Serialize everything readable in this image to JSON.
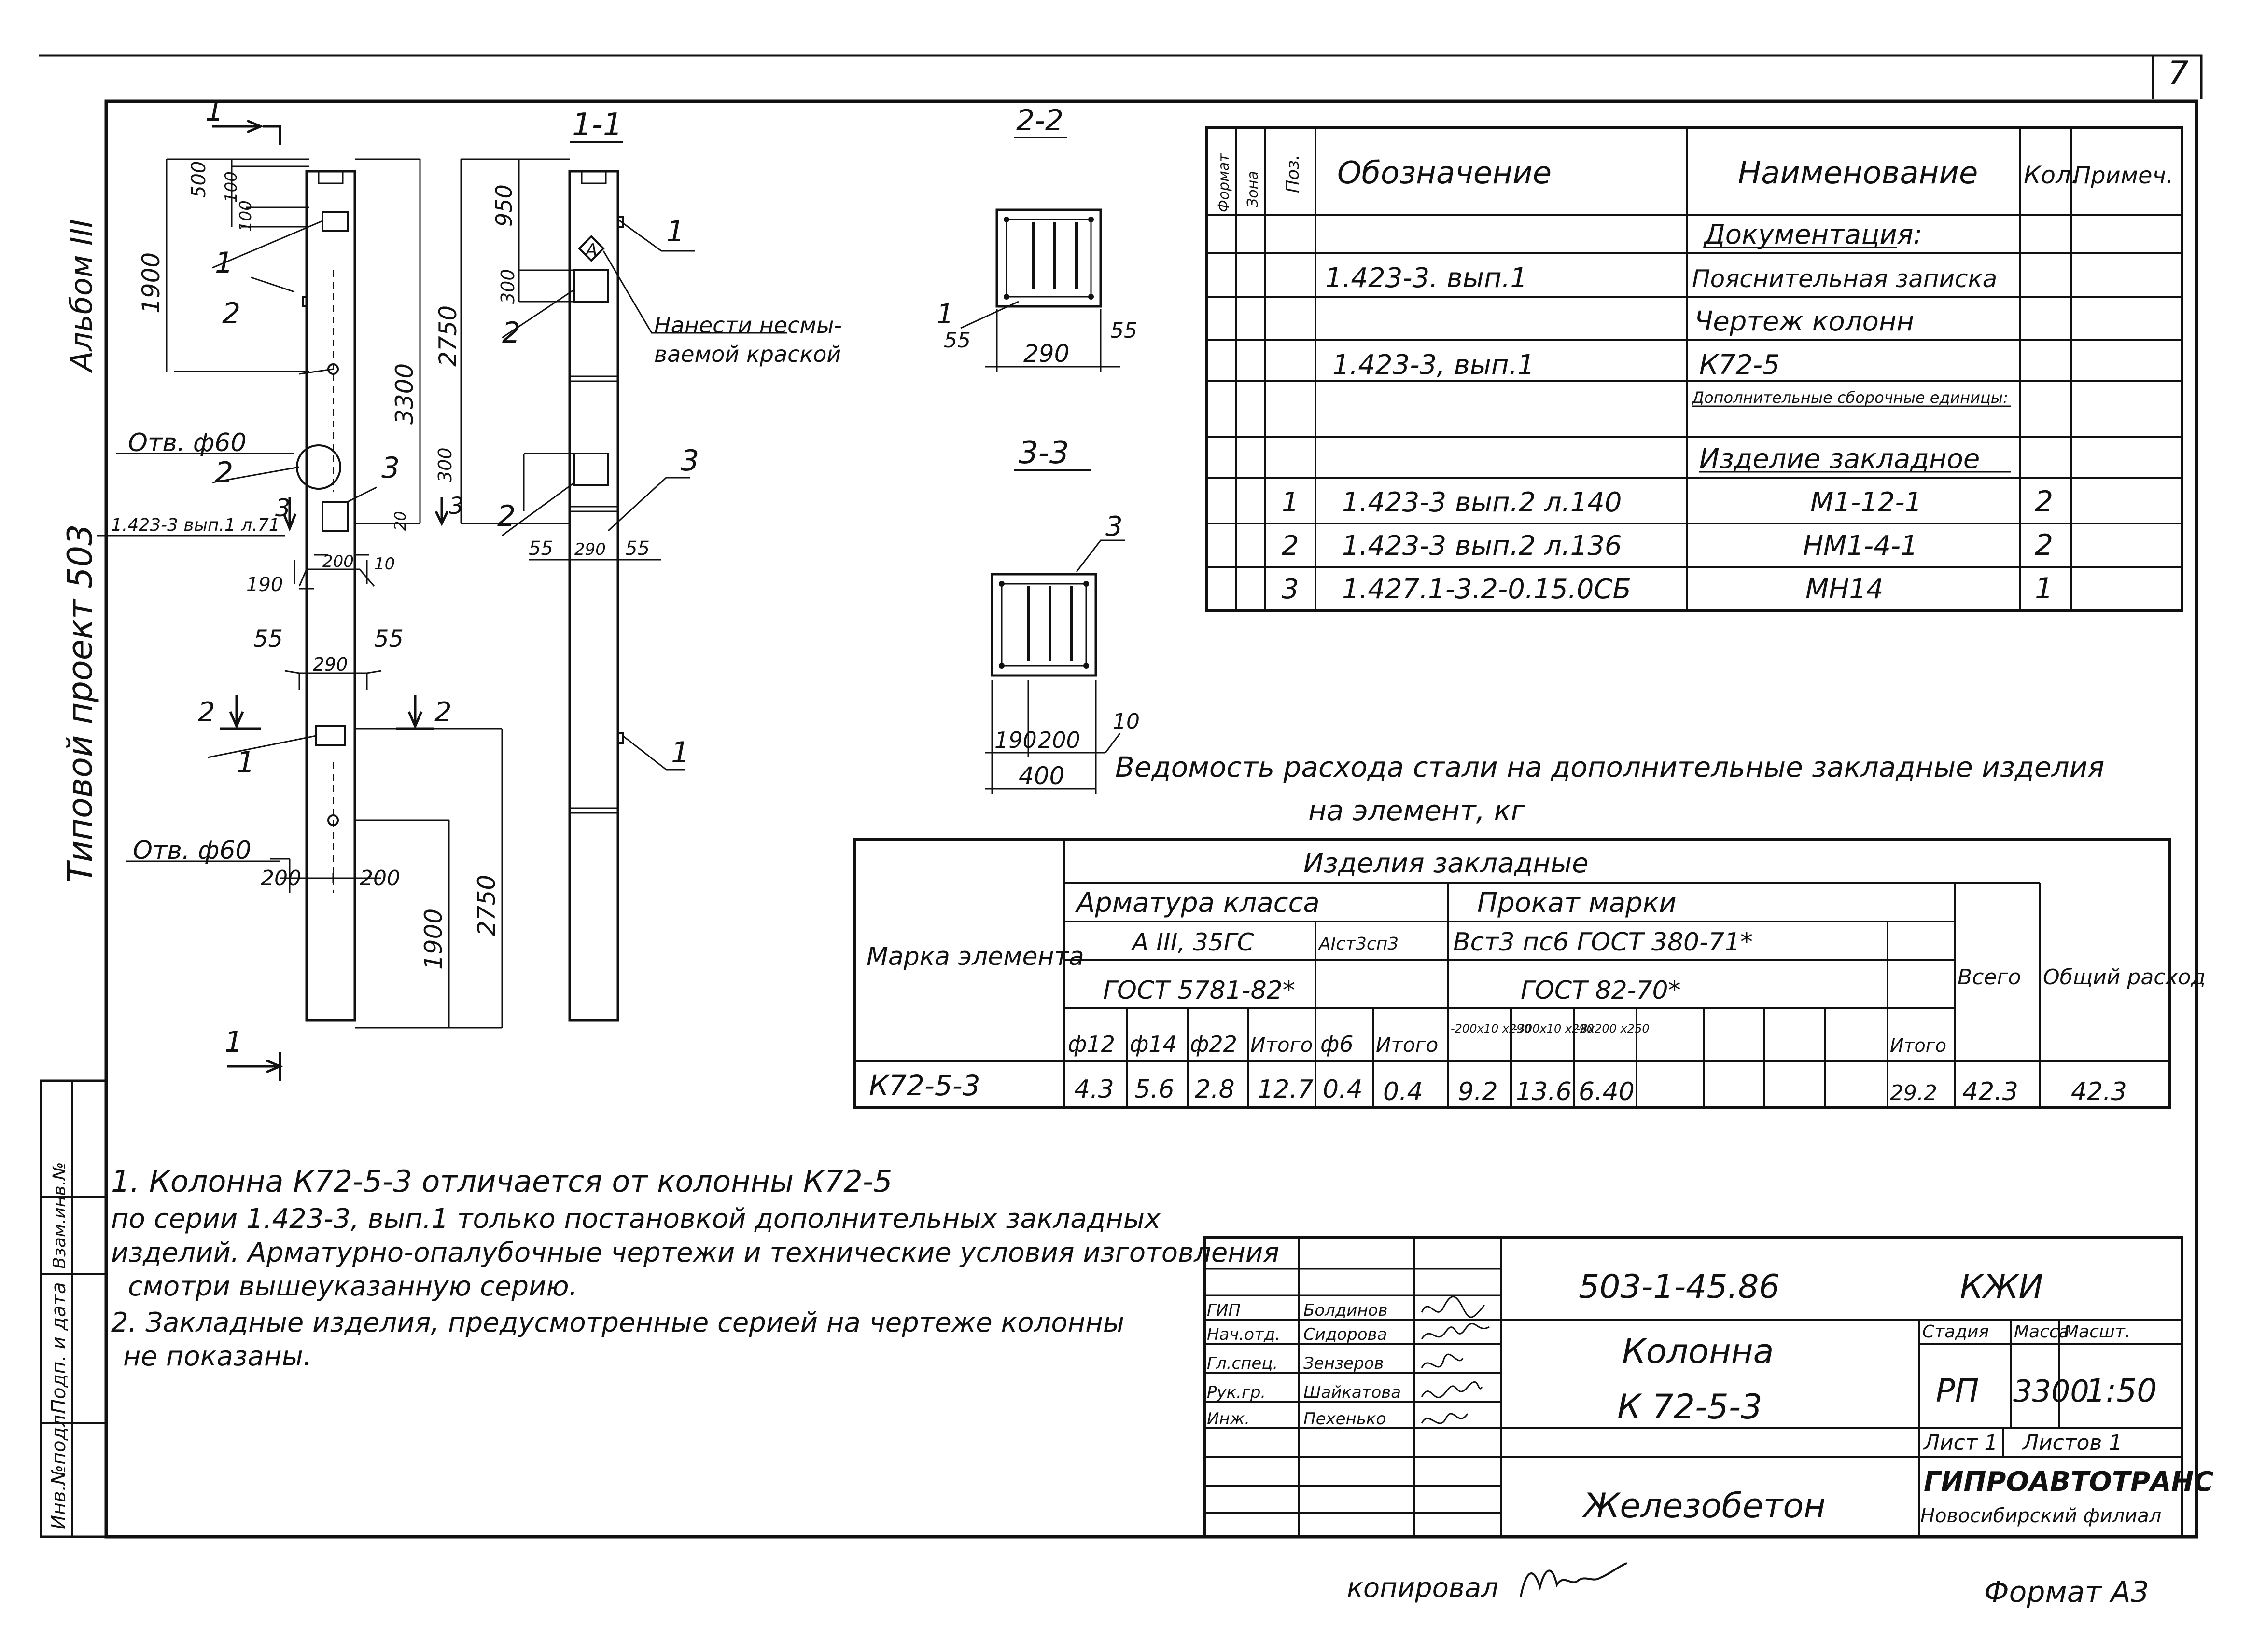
{
  "sheet": {
    "page_number": "7",
    "album": "Альбом III",
    "project": "Типовой проект 503",
    "copied_by": "копировал",
    "format": "Формат А3"
  },
  "views": {
    "view_1_1": "1-1",
    "view_2_2": "2-2",
    "view_3_3": "3-3",
    "arrow_1": "1",
    "arrow_2": "2",
    "arrow_3": "3",
    "hole_label": "Отв. ф60",
    "ref_note": "1.423-3 вып.1 л.71",
    "paint_note": [
      "Нанести несмы-",
      "ваемой краской"
    ],
    "marker_a": "А",
    "dims_front": [
      "500",
      "100",
      "100",
      "1900",
      "3300",
      "200",
      "10",
      "190",
      "55",
      "290",
      "55",
      "200",
      "200",
      "1900",
      "2750"
    ],
    "dims_side": [
      "950",
      "300",
      "2750",
      "300",
      "20",
      "55",
      "290",
      "55"
    ],
    "dims_section_2_2": [
      "55",
      "290",
      "55"
    ],
    "dims_section_3_3": [
      "190",
      "200",
      "10",
      "400"
    ],
    "position_labels": [
      "1",
      "2",
      "3"
    ]
  },
  "spec_table": {
    "headers": [
      "Формат",
      "Зона",
      "Поз.",
      "Обозначение",
      "Наименование",
      "Кол.",
      "Примеч."
    ],
    "rows": [
      {
        "pos": "",
        "designation": "",
        "name": "Документация:",
        "qty": "",
        "note": ""
      },
      {
        "pos": "",
        "designation": "1.423-3. вып.1",
        "name": "Пояснительная записка",
        "qty": "",
        "note": ""
      },
      {
        "pos": "",
        "designation": "",
        "name": "Чертеж колонн",
        "qty": "",
        "note": ""
      },
      {
        "pos": "",
        "designation": "1.423-3, вып.1",
        "name": "К72-5",
        "qty": "",
        "note": ""
      },
      {
        "pos": "",
        "designation": "",
        "name": "Дополнительные сборочные единицы:",
        "qty": "",
        "note": ""
      },
      {
        "pos": "",
        "designation": "",
        "name": "Изделие закладное",
        "qty": "",
        "note": ""
      },
      {
        "pos": "1",
        "designation": "1.423-3 вып.2 л.140",
        "name": "М1-12-1",
        "qty": "2",
        "note": ""
      },
      {
        "pos": "2",
        "designation": "1.423-3 вып.2 л.136",
        "name": "НМ1-4-1",
        "qty": "2",
        "note": ""
      },
      {
        "pos": "3",
        "designation": "1.427.1-3.2-0.15.0СБ",
        "name": "МН14",
        "qty": "1",
        "note": ""
      }
    ]
  },
  "steel_table": {
    "title": "Ведомость расхода стали на дополнительные закладные изделия",
    "title2": "на элемент, кг",
    "h_mark": "Марка элемента",
    "h_embedded": "Изделия закладные",
    "h_rebar": "Арматура класса",
    "h_rolled": "Прокат марки",
    "h_a3": "А III, 35ГС",
    "h_at": "АIст3сп3",
    "h_vst": "Вст3 пс6 ГОСТ 380-71*",
    "h_gost_a": "ГОСТ 5781-82*",
    "h_gost_b": "ГОСТ 82-70*",
    "h_total": "Всего",
    "h_overall": "Общий расход",
    "sub": [
      "ф12",
      "ф14",
      "ф22",
      "Итого",
      "ф6",
      "Итого",
      "-200х10 х290",
      "-300х10 х290",
      "-8х200 х250",
      "",
      "",
      "",
      "",
      "Итого"
    ],
    "row": {
      "mark": "К72-5-3",
      "values": [
        "4.3",
        "5.6",
        "2.8",
        "12.7",
        "0.4",
        "0.4",
        "9.2",
        "13.6",
        "6.40",
        "",
        "",
        "",
        "",
        "29.2"
      ],
      "total": "42.3",
      "overall": "42.3"
    }
  },
  "notes": [
    "1. Колонна К72-5-3          отличается от колонны К72-5",
    "по серии 1.423-3, вып.1 только постановкой дополнительных закладных",
    "изделий. Арматурно-опалубочные чертежи и технические условия изготовления",
    "смотри вышеуказанную серию.",
    "2. Закладные изделия, предусмотренные серией на чертеже колонны",
    "не показаны."
  ],
  "title_block": {
    "doc_code": "503-1-45.86",
    "mark_code": "КЖИ",
    "title1": "Колонна",
    "title2": "К 72-5-3",
    "material": "Железобетон",
    "stage_h": "Стадия",
    "mass_h": "Масса",
    "scale_h": "Масшт.",
    "stage": "РП",
    "mass": "3300",
    "scale": "1:50",
    "sheet": "Лист 1",
    "sheets": "Листов 1",
    "org": "ГИПРОАВТОТРАНС",
    "branch": "Новосибирский филиал",
    "people": [
      {
        "role": "ГИП",
        "name": "Болдинов"
      },
      {
        "role": "Нач.отд.",
        "name": "Сидорова"
      },
      {
        "role": "Гл.спец.",
        "name": "Зензеров"
      },
      {
        "role": "Рук.гр.",
        "name": "Шайкатова"
      },
      {
        "role": "Инж.",
        "name": "Пехенько"
      }
    ]
  },
  "side_stamp": [
    "Инв.№подл.",
    "Подп. и дата",
    "Взам.инв.№"
  ]
}
